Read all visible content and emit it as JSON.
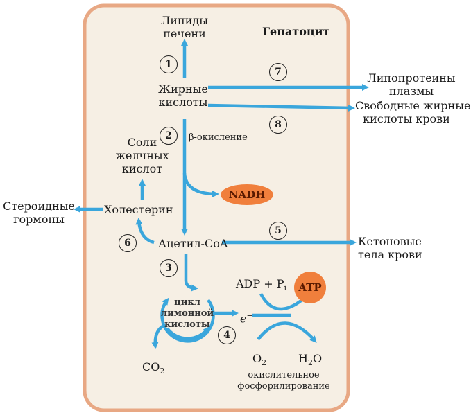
{
  "cell": {
    "title": "Гепатоцит",
    "fill": "#f6efe4",
    "border": "#e8a884"
  },
  "labels": {
    "liver_lipids": [
      "Липиды",
      "печени"
    ],
    "fatty_acids": [
      "Жирные",
      "кислоты"
    ],
    "plasma_lipoproteins": [
      "Липопротеины",
      "плазмы"
    ],
    "free_fatty_acids": [
      "Свободные жирные",
      "кислоты крови"
    ],
    "bile_acid_salts": [
      "Соли",
      "желчных",
      "кислот"
    ],
    "beta_oxidation": "β-окисление",
    "nadh": "NADH",
    "steroid_hormones": [
      "Стероидные",
      "гормоны"
    ],
    "cholesterol": "Холестерин",
    "acetyl_coa": "Ацетил-CoA",
    "ketone_bodies": [
      "Кетоновые",
      "тела крови"
    ],
    "citric_cycle": [
      "цикл",
      "лимонной",
      "кислоты"
    ],
    "adp_pi": "ADP + P",
    "adp_pi_sub": "i",
    "atp": "ATP",
    "electron": "e",
    "electron_sup": "−",
    "co2": "CO",
    "co2_sub": "2",
    "o2": "O",
    "o2_sub": "2",
    "h2o_pre": "H",
    "h2o_sub": "2",
    "h2o_post": "O",
    "oxphos": [
      "окислительное",
      "фосфорилирование"
    ]
  },
  "numbers": [
    "1",
    "2",
    "3",
    "4",
    "5",
    "6",
    "7",
    "8"
  ],
  "colors": {
    "arrow": "#3aa6dc",
    "orange": "#f07f3c"
  }
}
